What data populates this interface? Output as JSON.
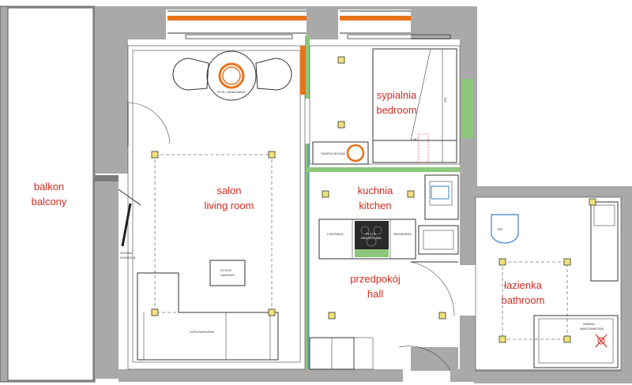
{
  "rooms": {
    "balcony": {
      "line1": "balkon",
      "line2": "balcony"
    },
    "bedroom": {
      "line1": "sypialnia",
      "line2": "bedroom"
    },
    "living": {
      "line1": "salon",
      "line2": "living room"
    },
    "kitchen": {
      "line1": "kuchnia",
      "line2": "kitchen"
    },
    "hall": {
      "line1": "przedpokój",
      "line2": "hall"
    },
    "bathroom": {
      "line1": "łazienka",
      "line2": "bathroom"
    }
  },
  "furniture": {
    "dining_table": "STÓŁ JADALNIANY",
    "dresser": "SZAFKA NOCNA",
    "fridge": "LODÓWKA",
    "cooktop_line1": "PŁYTA",
    "cooktop_line2": "INDUKCYJNA",
    "dishwasher": "ZMYWARKA",
    "coffee_table_line1": "STOLIK",
    "coffee_table_line2": "KAWOWY",
    "sofa": "SOFA NAROŻNA",
    "console_line1": "SZAFKA",
    "console_line2": "KONSOLA",
    "wc": "WC",
    "bathtub_line1": "WANNA",
    "bathtub_line2": "NAROŻNIKOWA",
    "dim_bed": "200",
    "dim_bed_small": "140"
  },
  "colors": {
    "label_red": "#d42a1e",
    "window_orange": "#e8731a",
    "accent_green": "#8dc77b",
    "wall_gray": "#a9a9a9",
    "fixture_blue": "#3b7fd0"
  }
}
